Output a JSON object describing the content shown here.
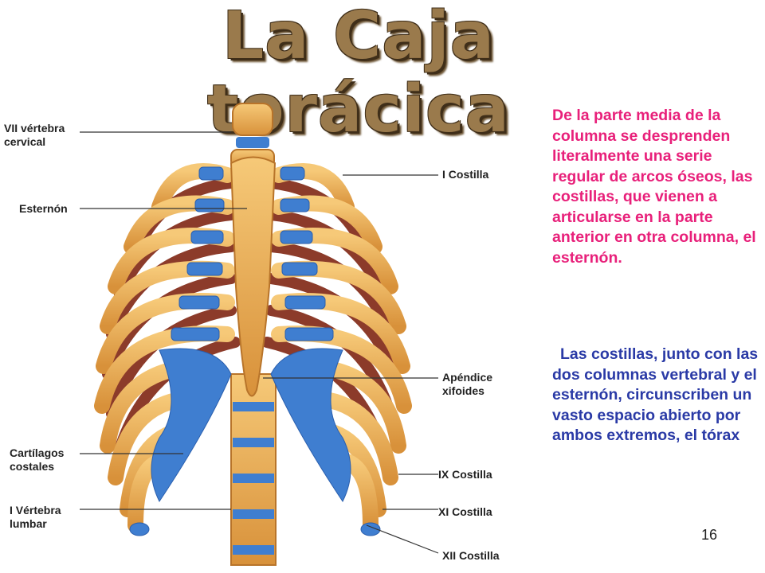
{
  "title": "La Caja torácica",
  "labels": {
    "vii_vertebra": "VII vértebra\ncervical",
    "esternon": "Esternón",
    "i_costilla": "I Costilla",
    "apendice": "Apéndice\nxifoides",
    "cartilagos": "Cartílagos\ncostales",
    "ix_costilla": "IX Costilla",
    "i_vertebra": "I Vértebra\nlumbar",
    "xi_costilla": "XI Costilla",
    "xii_costilla": "XII Costilla"
  },
  "paragraph1": "De la parte media de la columna se desprenden literalmente una serie regular de arcos óseos, las costillas, que vienen a articularse en la parte anterior en otra columna, el esternón.",
  "paragraph2": "Las costillas, junto con las dos columnas vertebral y el esternón, circunscriben un vasto espacio abierto por ambos extremos, el tórax",
  "page_number": "16",
  "colors": {
    "bone": "#e9a74a",
    "bone_dark": "#b8742a",
    "cartilage": "#3f7ed0",
    "inner": "#8c3b2a",
    "pink_text": "#e8207a",
    "blue_text": "#2a3aa6"
  }
}
